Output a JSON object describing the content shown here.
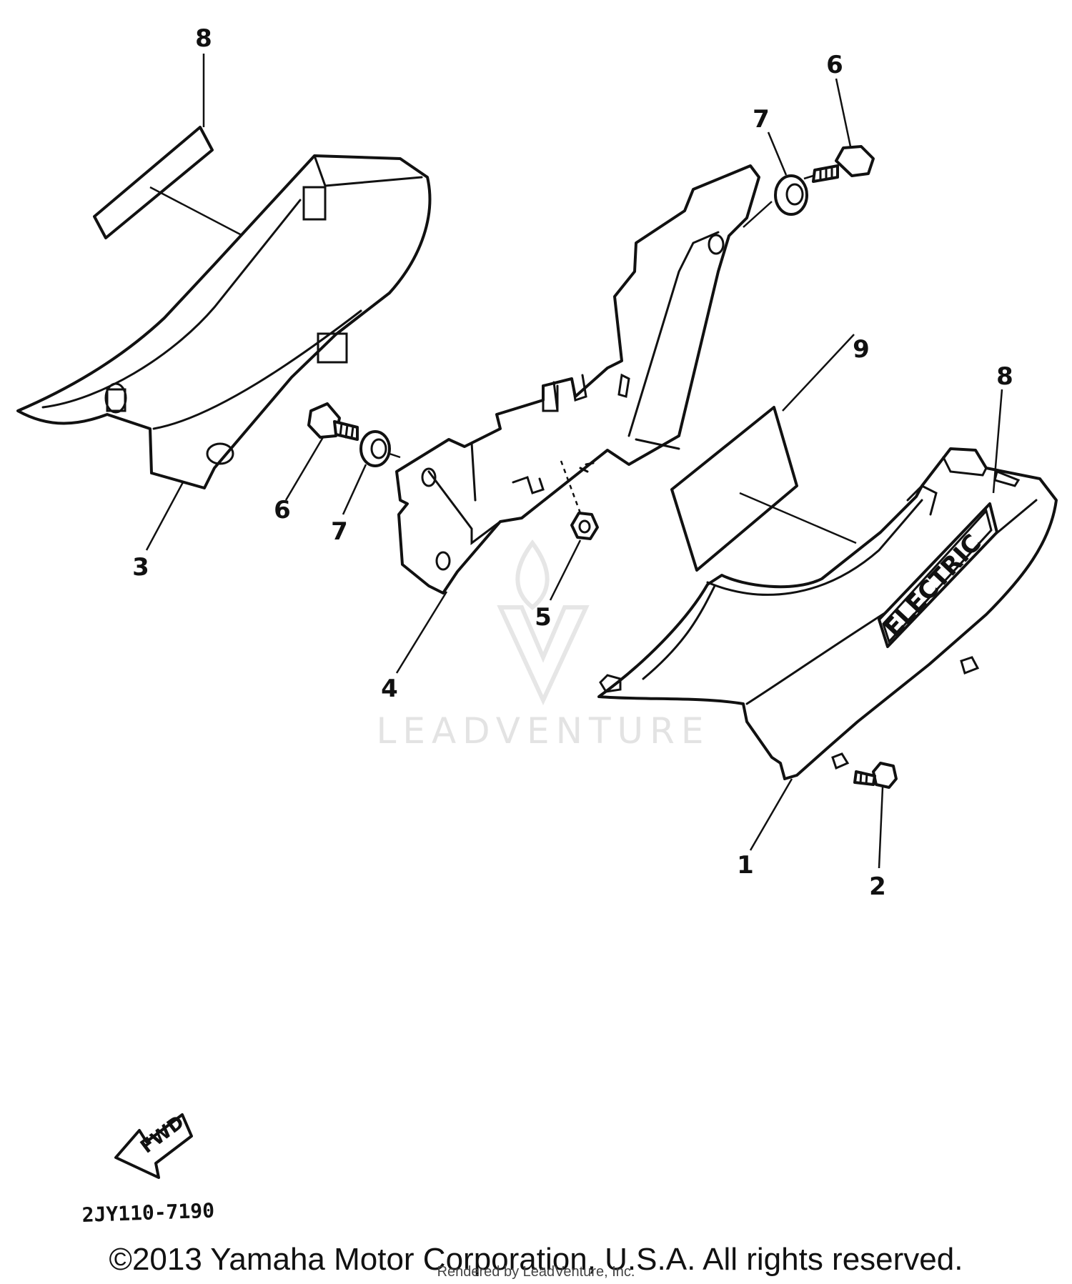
{
  "callouts": {
    "c8a": "8",
    "c6a": "6",
    "c7a": "7",
    "c9": "9",
    "c8b": "8",
    "c6b": "6",
    "c7b": "7",
    "c3": "3",
    "c4": "4",
    "c5": "5",
    "c1": "1",
    "c2": "2"
  },
  "decal_text": "ELECTRIC",
  "fwd_label": "FWD",
  "diagram_code": "2JY110-7190",
  "watermark": "LEADVENTURE",
  "copyright": "©2013 Yamaha Motor Corporation, U.S.A. All rights reserved.",
  "rendered_by": "Rendered by LeadVenture, Inc."
}
